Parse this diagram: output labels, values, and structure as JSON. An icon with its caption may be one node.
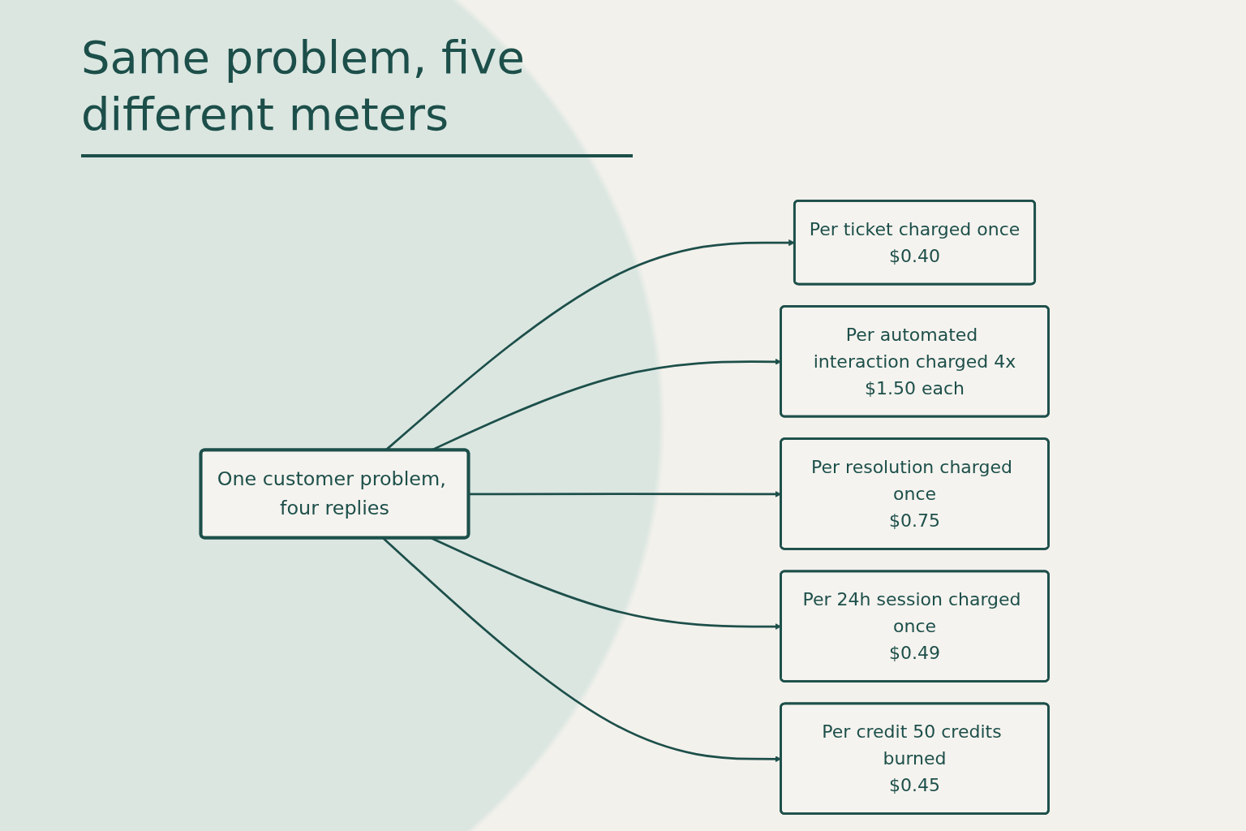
{
  "diagram": {
    "title": "Same problem, five different meters",
    "nodes": [
      {
        "text": [
          "One customer problem, four replies"
        ]
      },
      {
        "text": [
          "Per ticket charged once",
          "$0.40"
        ]
      },
      {
        "text": [
          "Per automated interaction charged 4x",
          "$1.50 each"
        ]
      },
      {
        "text": [
          "Per resolution charged once",
          "$0.75"
        ]
      },
      {
        "text": [
          "Per 24h session charged once",
          "$0.49"
        ]
      },
      {
        "text": [
          "Per credit 50 credits burned",
          "$0.45"
        ]
      }
    ],
    "edges": [
      {
        "from": 0,
        "to": 1,
        "arrow": "to"
      },
      {
        "from": 0,
        "to": 2,
        "arrow": "to"
      },
      {
        "from": 0,
        "to": 3,
        "arrow": "to"
      },
      {
        "from": 0,
        "to": 4,
        "arrow": "to"
      },
      {
        "from": 0,
        "to": 5,
        "arrow": "to"
      }
    ]
  }
}
